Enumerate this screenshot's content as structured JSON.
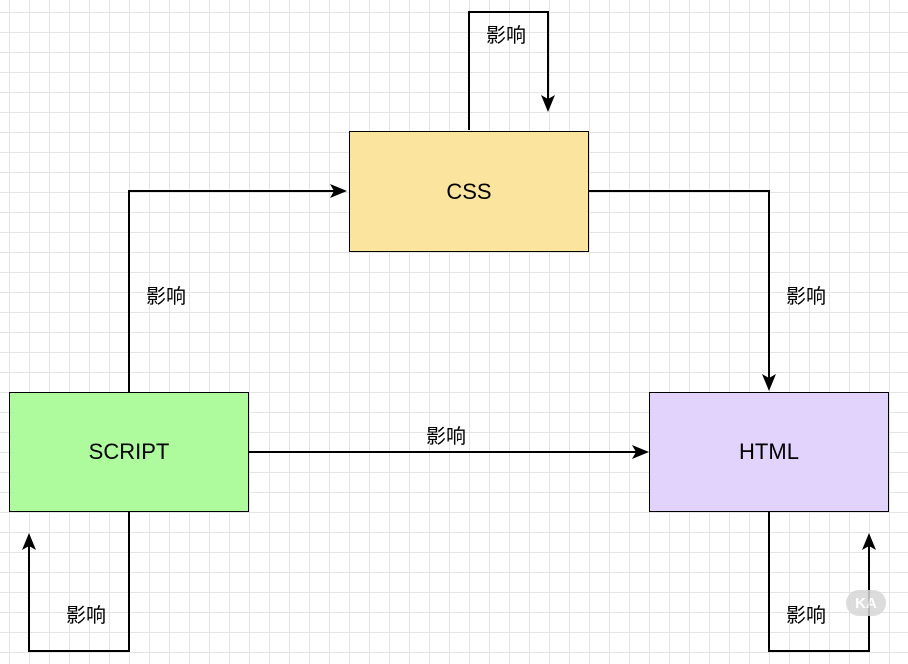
{
  "nodes": {
    "css": {
      "label": "CSS",
      "fill": "#fbe59e"
    },
    "script": {
      "label": "SCRIPT",
      "fill": "#aefb9d"
    },
    "html": {
      "label": "HTML",
      "fill": "#e1d3fb"
    }
  },
  "edges": {
    "css_self": {
      "label": "影响"
    },
    "script_to_css": {
      "label": "影响"
    },
    "css_to_html": {
      "label": "影响"
    },
    "script_to_html": {
      "label": "影响"
    },
    "script_self": {
      "label": "影响"
    },
    "html_self": {
      "label": "影响"
    }
  },
  "watermark": {
    "text": "KA"
  },
  "colors": {
    "line": "#000000",
    "grid": "#e4e4e4",
    "background": "#ffffff"
  }
}
